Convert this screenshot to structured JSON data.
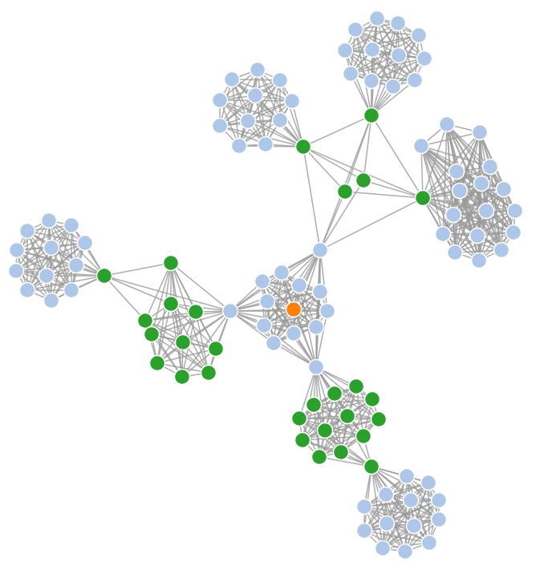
{
  "graph": {
    "type": "force-directed-network",
    "colors": {
      "background": "#ffffff",
      "edge": "#999999",
      "node_stroke": "#ffffff",
      "group_blue": "#aec7e8",
      "group_green": "#2ca02c",
      "group_orange": "#ff7f0e"
    },
    "groups": [
      {
        "id": "blue",
        "color": "#aec7e8"
      },
      {
        "id": "green",
        "color": "#2ca02c"
      },
      {
        "id": "orange",
        "color": "#ff7f0e"
      }
    ],
    "node_count": 122
  }
}
